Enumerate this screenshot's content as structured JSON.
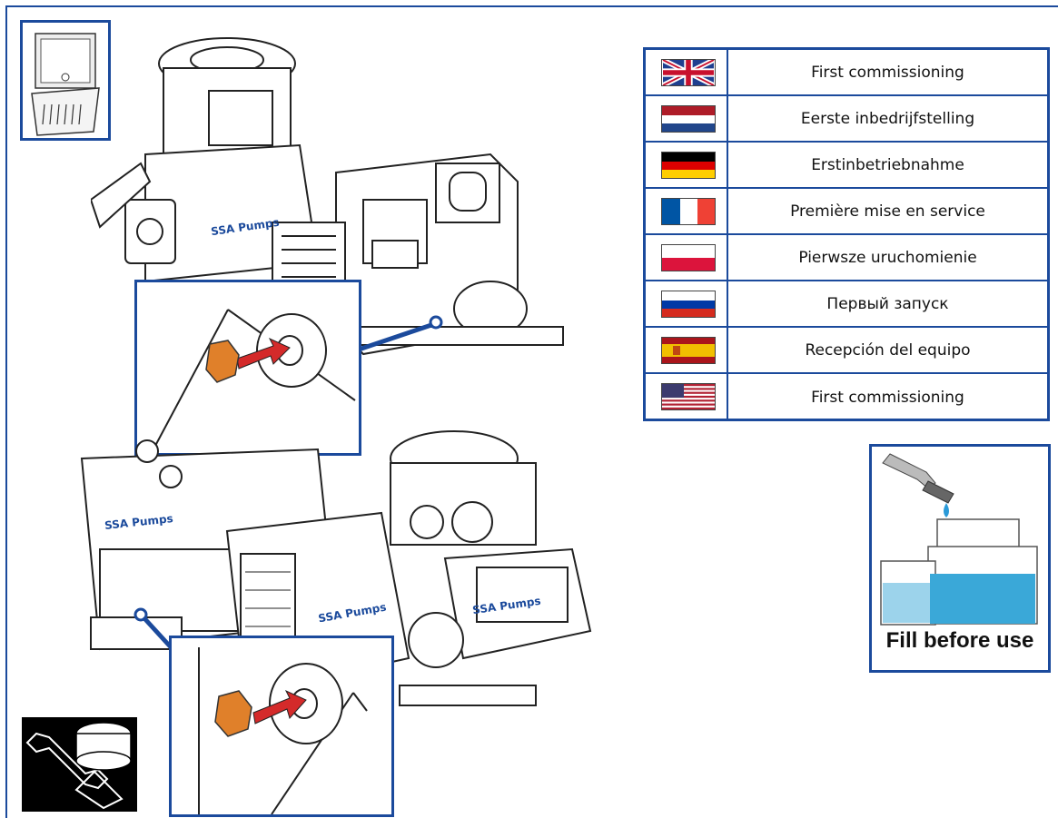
{
  "languages": [
    {
      "flag": "uk-flag-icon",
      "label": "First commissioning"
    },
    {
      "flag": "netherlands-flag-icon",
      "label": "Eerste inbedrijfstelling"
    },
    {
      "flag": "germany-flag-icon",
      "label": "Erstinbetriebnahme"
    },
    {
      "flag": "france-flag-icon",
      "label": "Première mise en service"
    },
    {
      "flag": "poland-flag-icon",
      "label": "Pierwsze uruchomienie"
    },
    {
      "flag": "russia-flag-icon",
      "label": "Первый запуск"
    },
    {
      "flag": "spain-flag-icon",
      "label": "Recepción del equipo"
    },
    {
      "flag": "usa-flag-icon",
      "label": "First  commissioning"
    }
  ],
  "brand_top": "SSA Pumps",
  "brand_bottom_a": "SSA Pumps",
  "brand_bottom_b": "SSA Pumps",
  "fill_note": "Fill before use",
  "colors": {
    "accent": "#1b4a9c",
    "plug_orange": "#e0802a",
    "arrow_red": "#d42a2a",
    "water_blue": "#3aa8d8"
  }
}
